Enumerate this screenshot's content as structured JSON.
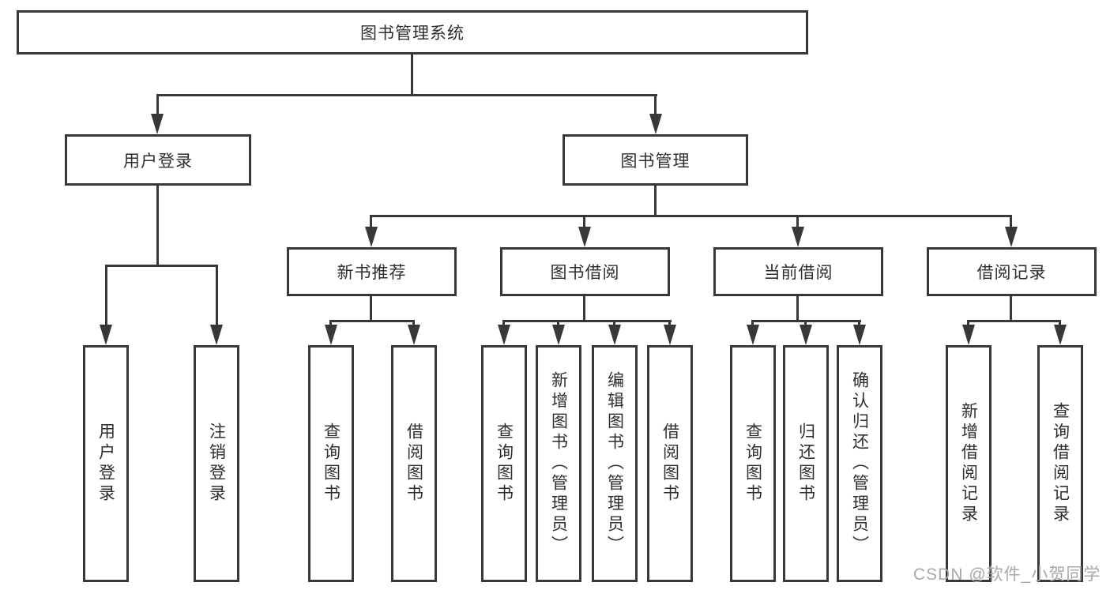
{
  "diagram": {
    "root": "图书管理系统",
    "branches": [
      {
        "label": "用户登录",
        "children": [
          "用户登录",
          "注销登录"
        ]
      },
      {
        "label": "图书管理",
        "children": [
          {
            "label": "新书推荐",
            "children": [
              "查询图书",
              "借阅图书"
            ]
          },
          {
            "label": "图书借阅",
            "children": [
              "查询图书",
              "新增图书（管理员）",
              "编辑图书（管理员）",
              "借阅图书"
            ]
          },
          {
            "label": "当前借阅",
            "children": [
              "查询图书",
              "归还图书",
              "确认归还（管理员）"
            ]
          },
          {
            "label": "借阅记录",
            "children": [
              "新增借阅记录",
              "查询借阅记录"
            ]
          }
        ]
      }
    ]
  },
  "watermark": "CSDN @软件_小贺同学",
  "colors": {
    "line": "#383838",
    "box_border": "#383838",
    "text": "#2e2e2e",
    "watermark": "#a8a8a8",
    "background": "#ffffff"
  }
}
